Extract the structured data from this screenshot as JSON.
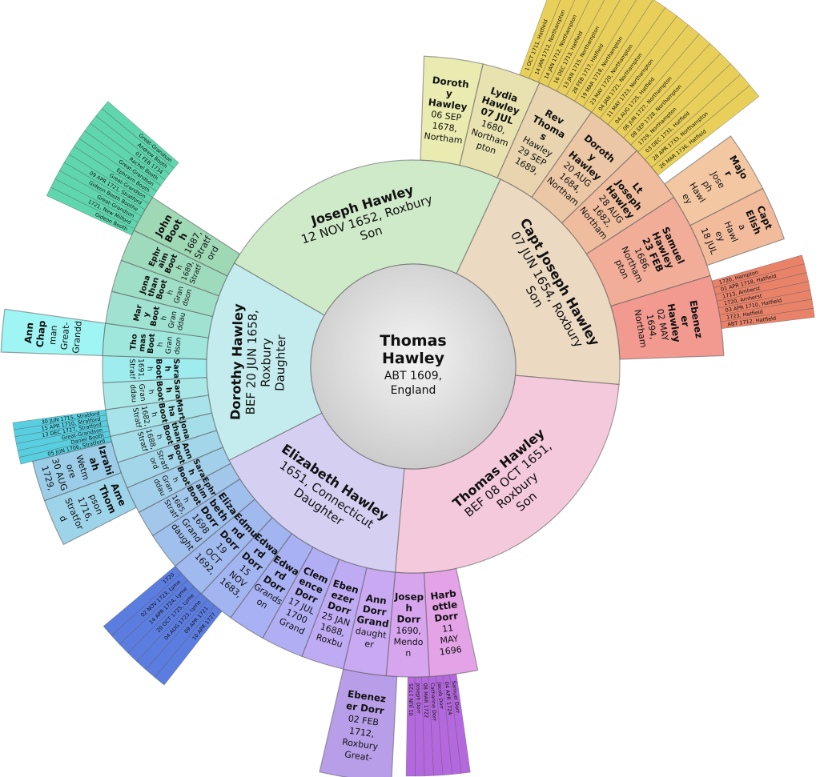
{
  "center": {
    "name": "Thomas Hawley",
    "detail": [
      "ABT 1609,",
      "England"
    ]
  },
  "children": [
    {
      "name": "Joseph Hawley",
      "detail": [
        "12 NOV 1652, Roxbury",
        "Son"
      ],
      "color": "#cfeac9"
    },
    {
      "name": "Capt Joseph Hawley",
      "detail": [
        "07 JUN 1654, Roxbury",
        "Son"
      ],
      "color": "#ecd9c2"
    },
    {
      "name": "Thomas Hawley",
      "detail": [
        "BEF 08 OCT 1651,",
        "Roxbury",
        "Son"
      ],
      "color": "#f4c9dc"
    },
    {
      "name": "Elizabeth Hawley",
      "detail": [
        "1651, Connecticut",
        "Daughter"
      ],
      "color": "#d5d0f2"
    },
    {
      "name": "Dorothy Hawley",
      "detail": [
        "BEF 20 JUN 1658,",
        "Roxbury",
        "Daughter"
      ],
      "color": "#c4ecee"
    }
  ],
  "grandchildren": [
    {
      "lines": [
        "Doroth",
        "y",
        "Hawley",
        "06 SEP",
        "1678,",
        "Northam"
      ],
      "color": "#e9ebb0"
    },
    {
      "lines": [
        "Lydia",
        "Hawley",
        "07 JUL",
        "1680,",
        "Northam",
        "pton"
      ],
      "color": "#e8e2b0"
    },
    {
      "lines": [
        "Rev",
        "Thoma",
        "s",
        "Hawley",
        "29 SEP",
        "1689,"
      ],
      "color": "#e8d4ae"
    },
    {
      "lines": [
        "Doroth",
        "y",
        "Hawley",
        "20 AUG",
        "1684,",
        "Northam"
      ],
      "color": "#ecc7a5"
    },
    {
      "lines": [
        "Lt",
        "Joseph",
        "Hawley",
        "28 AUG",
        "1682,",
        "Northam"
      ],
      "color": "#efbd9d"
    },
    {
      "lines": [
        "Samuel",
        "Hawley",
        "23 FEB",
        "1686,",
        "Northam",
        "pton"
      ],
      "color": "#f1ad98"
    },
    {
      "lines": [
        "Ebenez",
        "er",
        "Hawley",
        "02 MAY",
        "1694,",
        "Northam"
      ],
      "color": "#f29a90"
    },
    {
      "lines": [
        "Harb",
        "ottle",
        "Dorr",
        "11",
        "MAY",
        "1696"
      ],
      "color": "#e3a3e6"
    },
    {
      "lines": [
        "Josep",
        "h",
        "Dorr",
        "1690,",
        "Mendo",
        "n"
      ],
      "color": "#d6a5ee"
    },
    {
      "lines": [
        "Ann",
        "Dorr",
        "Grand",
        "daught",
        "er"
      ],
      "color": "#c9a9f2"
    },
    {
      "lines": [
        "Eben",
        "ezer",
        "Dorr",
        "25 JAN",
        "1688,",
        "Roxbu"
      ],
      "color": "#bfabf3"
    },
    {
      "lines": [
        "Clem",
        "ence",
        "Dorr",
        "17 JUL",
        "1700",
        "Grand"
      ],
      "color": "#b2aef4"
    },
    {
      "lines": [
        "Edwa",
        "rd",
        "Dorr",
        "Grands",
        "on"
      ],
      "color": "#a7b1f3"
    },
    {
      "lines": [
        "Edwa",
        "rd",
        "Dorr",
        "15",
        "NOV",
        "1683,"
      ],
      "color": "#a2b5f1"
    },
    {
      "lines": [
        "Edmu",
        "nd",
        "Dorr",
        "19",
        "OCT",
        "1692,"
      ],
      "color": "#a0baef"
    },
    {
      "lines": [
        "Eliza",
        "beth",
        "Dorr",
        "1698",
        "Grand",
        "daught"
      ],
      "color": "#9fbfec"
    },
    {
      "lines": [
        "Ephr",
        "aim",
        "Boot",
        "h",
        "1685,",
        "Stratf"
      ],
      "color": "#a2c7ea"
    },
    {
      "lines": [
        "Sara",
        "h",
        "Boot",
        "h",
        "Gran",
        "ddau"
      ],
      "color": "#a2cfe9"
    },
    {
      "lines": [
        "Ann",
        "Boot",
        "h",
        "Stratf",
        "ord"
      ],
      "color": "#a3d6e9"
    },
    {
      "lines": [
        "Jona",
        "than",
        "Boot",
        "h",
        "1688,",
        "Stratf"
      ],
      "color": "#a5dde9"
    },
    {
      "lines": [
        "Mart",
        "ha",
        "Boot",
        "h",
        "1682,",
        "Stratf"
      ],
      "color": "#a7e3e8"
    },
    {
      "lines": [
        "Sara",
        "h",
        "Boot",
        "h",
        "Gran",
        "ddau"
      ],
      "color": "#a9e8e7"
    },
    {
      "lines": [
        "Sara",
        "h",
        "Boot",
        "h",
        "1691,",
        "Stratf"
      ],
      "color": "#9fecee"
    },
    {
      "lines": [
        "Tho",
        "mas",
        "Boot",
        "h",
        "Gran",
        "dson"
      ],
      "color": "#9fe6dc"
    },
    {
      "lines": [
        "Mar",
        "y",
        "Boot",
        "h",
        "Gran",
        "ddau"
      ],
      "color": "#9fe2d1"
    },
    {
      "lines": [
        "Jona",
        "than",
        "Boot",
        "h",
        "Gran",
        "dson"
      ],
      "color": "#9fdec7"
    },
    {
      "lines": [
        "Ephr",
        "aim",
        "Boot",
        "h",
        "1689,",
        "Stratf"
      ],
      "color": "#9edbbd"
    },
    {
      "lines": [
        "John",
        "Boot",
        "h",
        "1687,",
        "Stratf",
        "ord"
      ],
      "color": "#9ed8b5"
    }
  ],
  "great_grandchildren": [
    {
      "lines": [
        "Majo",
        "r",
        "Jose",
        "ph",
        "Hawl",
        "ey"
      ],
      "color": "#f3c7a2"
    },
    {
      "lines": [
        "Capt",
        "Elish",
        "a",
        "Hawl",
        "ey",
        "18 JUL"
      ],
      "color": "#f2bb9c"
    },
    {
      "lines": [
        "Ann",
        "Chap",
        "man",
        "Great-",
        "Grandd"
      ],
      "color": "#9ff4f4"
    },
    {
      "lines": [
        "Ame",
        "Thom",
        "pson",
        "1716,",
        "Stratfor",
        "d"
      ],
      "color": "#9ed4ea"
    },
    {
      "lines": [
        "Izrahi",
        "ah",
        "Wetm",
        "ore",
        "30 AUG",
        "1729,"
      ],
      "color": "#9ccde8"
    },
    {
      "lines": [
        "Ebenez",
        "er Dorr",
        "02 FEB",
        "1712,",
        "Roxbury",
        "Great-"
      ],
      "color": "#b89ee8"
    }
  ],
  "fans": {
    "top": {
      "labels": [
        "1 OCT 1711, Hatfield",
        "14 JAN 1712, Northampton",
        "14 JAN 1712, Northampton",
        "16 DEC 1713, Hatfield",
        "13 JAN 1715, Northampton",
        "28 FEB 1717, Hatfield",
        "19 MAR 1718, Northampton",
        "23 MAY 1720, Northampton",
        "04 JAN 1721, Northampton",
        "11 MAY 1723, Northampton",
        "04 AUG 1725, Hatfield",
        "06 JUN 1727, Northampton",
        "08 SEP 1728, Northampton",
        "1729, Northampton",
        "03 DEC 1731, Hatfield",
        "28 APR 1733, Northampton",
        "26 MAR 1736, Hatfield"
      ],
      "color": "#e8cf5a"
    },
    "right": {
      "labels": [
        "1720, Hampton",
        "01 APR 1718, Hatfield",
        "1713, Amherst",
        "1720, Amherst",
        "03 APR 1710, Hatfield",
        "1723, Hatfield",
        "ABT 1712, Hatfield"
      ],
      "color": "#e8836a"
    },
    "left_top": {
      "labels": [
        "Gideon Booth",
        "1721, New Milford",
        "Great-Grandson",
        "Gideon Booth Boothe",
        "09 APR 1721, Stratford",
        "Great-Grandson",
        "Ephraim Booth",
        "Great-Grandson",
        "Rachel Booth",
        "01 FEB 1734",
        "Andrew Booth",
        "Great-Grandson"
      ],
      "color": "#5fd6ad"
    },
    "left_mid": {
      "labels": [
        "05 JUN 1706, Stratford",
        "Daniel Booth",
        "Great-Grandson",
        "13 DEC 1727, Stratford",
        "15 APR 1710, Stratford",
        "30 JUN 1715, Stratford"
      ],
      "color": "#58cfe0"
    },
    "lower_left": {
      "labels": [
        "10 APR 1727",
        "09 APR 1721",
        "04 AUG 1723, Lyme",
        "20 OCT 1725, Lyme",
        "14 APR 1724, Lyme",
        "02 NOV 1723, Lyme",
        "1720"
      ],
      "color": "#5c7de0"
    },
    "bottom": {
      "labels": [
        "Samuel Dorr",
        "04 APR 1724",
        "Jacob Dorr",
        "Catharine Dorr",
        "08 MAR 1722",
        "Joseph Dorr",
        "01 JUN 1725"
      ],
      "color": "#b468de"
    }
  }
}
